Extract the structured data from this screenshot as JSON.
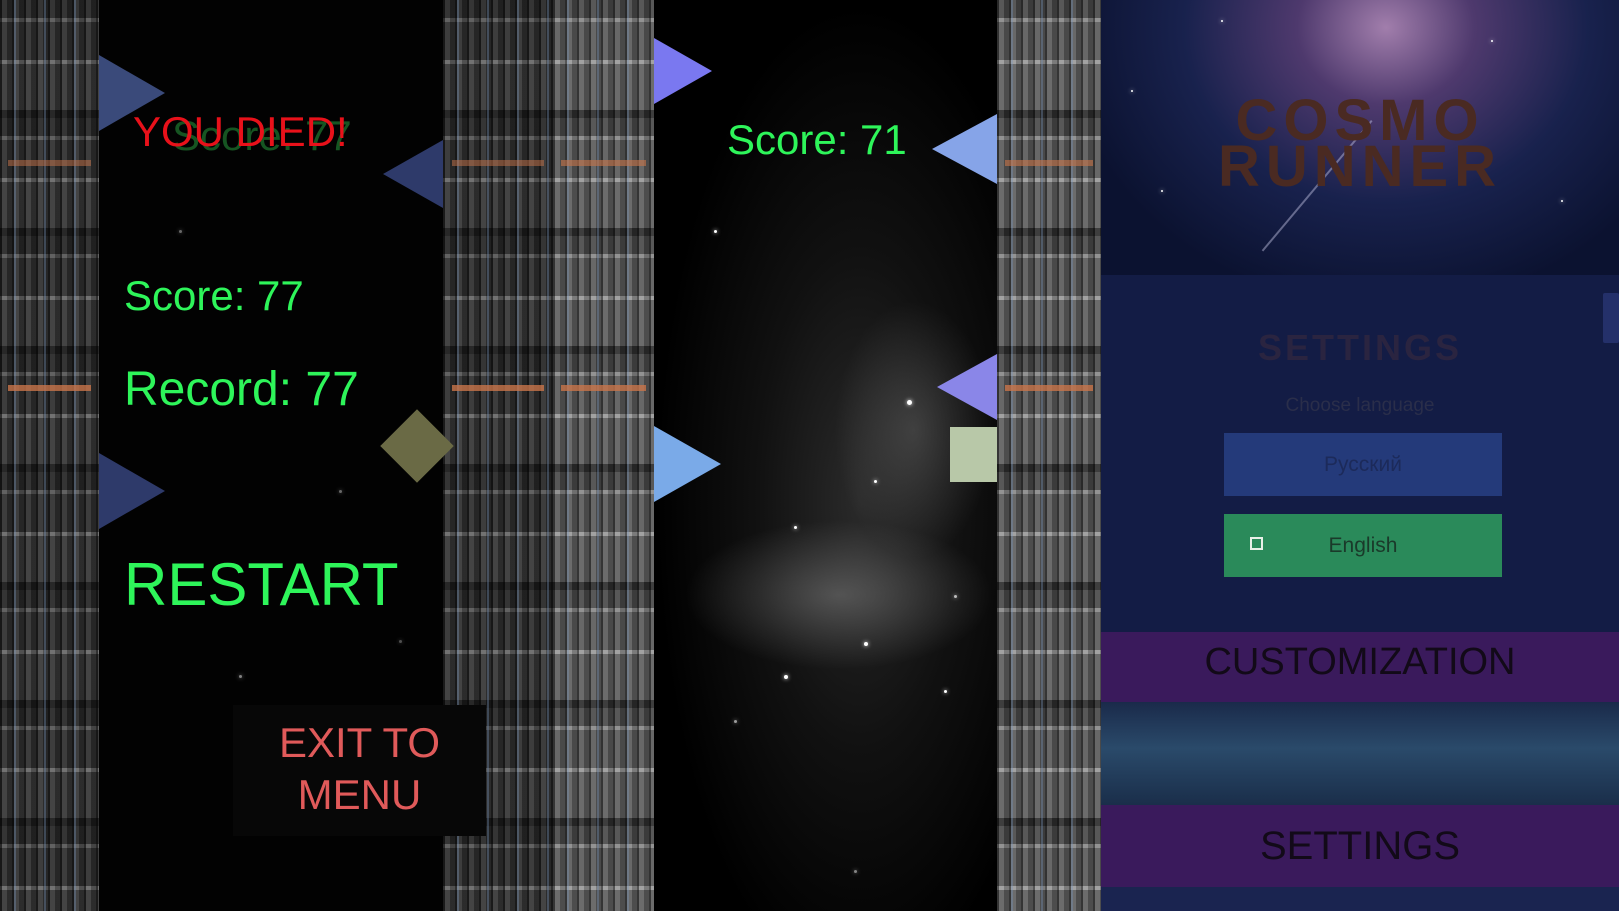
{
  "game_over": {
    "title": "YOU DIED!",
    "ghost_score": "Score: 77",
    "score": "Score: 77",
    "record": "Record: 77",
    "restart_label": "RESTART",
    "exit_label_line1": "EXIT TO",
    "exit_label_line2": "MENU"
  },
  "gameplay": {
    "score": "Score: 71"
  },
  "menu": {
    "title_line1": "COSMO",
    "title_line2": "RUNNER",
    "settings_title": "SETTINGS",
    "choose_language": "Choose language",
    "languages": [
      {
        "label": "Русский",
        "selected": false
      },
      {
        "label": "English",
        "selected": true
      }
    ],
    "customization_label": "CUSTOMIZATION",
    "settings_label": "SETTINGS"
  },
  "colors": {
    "text_green": "#2ef55a",
    "text_red": "#e8111a",
    "exit_red": "#e05a5a",
    "english_green": "#2a8a5a",
    "russian_blue": "#243a7a",
    "purple_bar": "#3a1a5c"
  },
  "icons": {
    "checkbox": "checkbox-icon"
  }
}
